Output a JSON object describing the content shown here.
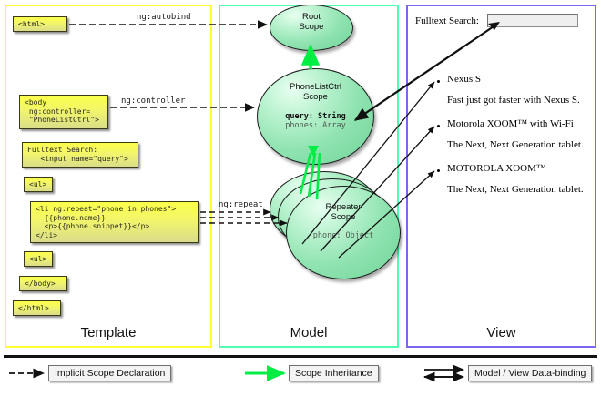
{
  "diagram": {
    "title": "AngularJS Scope / Template / Model / View data-binding diagram"
  },
  "panels": {
    "template": {
      "label": "Template",
      "border_color": "#ffff33",
      "boxes": [
        {
          "name": "html-open-tag",
          "text": "<html>"
        },
        {
          "name": "body-tag",
          "text": "<body\n ng:controller=\n \"PhoneListCtrl\">"
        },
        {
          "name": "fulltext-search-markup",
          "text": "Fulltext Search:\n   <input name=\"query\">"
        },
        {
          "name": "ul-open-tag",
          "text": "<ul>"
        },
        {
          "name": "li-repeat-block",
          "text": "<li ng:repeat=\"phone in phones\">\n  {{phone.name}}\n  <p>{{phone.snippet}}</p>\n</li>"
        },
        {
          "name": "ul-close-tag",
          "text": "<ul>"
        },
        {
          "name": "body-close-tag",
          "text": "</body>"
        },
        {
          "name": "html-close-tag",
          "text": "</html>"
        }
      ]
    },
    "model": {
      "label": "Model",
      "border_color": "#4dffb0",
      "scopes": [
        {
          "name": "root-scope",
          "title": "Root\nScope",
          "properties": []
        },
        {
          "name": "phonelistctrl-scope",
          "title": "PhoneListCtrl\nScope",
          "properties": [
            {
              "text": "query: String",
              "emphasis": "bold"
            },
            {
              "text": "phones: Array",
              "emphasis": "normal"
            }
          ]
        },
        {
          "name": "repeater-scope",
          "title": "Repeater\nScope",
          "properties": [
            {
              "text": "phone: Object",
              "emphasis": "normal"
            }
          ]
        }
      ]
    },
    "view": {
      "label": "View",
      "border_color": "#7b68ee",
      "search_label": "Fulltext Search:",
      "search_value": "",
      "search_placeholder": "",
      "items": [
        {
          "name": "Nexus S",
          "snippet": "Fast just got faster with Nexus S."
        },
        {
          "name": "Motorola XOOM™  with Wi-Fi",
          "snippet": "The Next, Next Generation tablet."
        },
        {
          "name": "MOTOROLA XOOM™",
          "snippet": "The Next, Next Generation tablet."
        }
      ]
    }
  },
  "edge_labels": [
    {
      "name": "ng-autobind-label",
      "text": "ng:autobind"
    },
    {
      "name": "ng-controller-label",
      "text": "ng:controller"
    },
    {
      "name": "ng-repeat-label",
      "text": "ng:repeat"
    }
  ],
  "legend": {
    "items": [
      {
        "name": "implicit-scope-declaration",
        "label": "Implicit Scope Declaration",
        "arrow": "dashed-black"
      },
      {
        "name": "scope-inheritance",
        "label": "Scope Inheritance",
        "arrow": "solid-green"
      },
      {
        "name": "model-view-data-binding",
        "label": "Model / View Data-binding",
        "arrow": "double-black"
      }
    ]
  },
  "colors": {
    "template_border": "#ffff33",
    "model_border": "#4dffb0",
    "view_border": "#7b68ee",
    "code_box_fill": "#f6fa55",
    "scope_fill": "#8fe3b0",
    "inheritance_arrow": "#00ee44",
    "binding_arrow": "#000000"
  }
}
